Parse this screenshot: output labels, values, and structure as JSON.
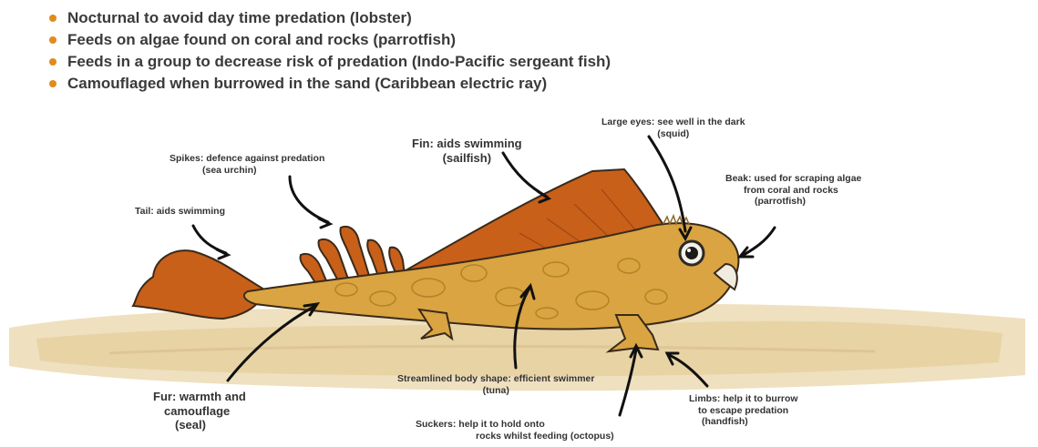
{
  "bullets": [
    "Nocturnal to avoid day time predation (lobster)",
    "Feeds on algae found on coral and rocks (parrotfish)",
    "Feeds in a group to decrease risk of predation (Indo-Pacific sergeant fish)",
    "Camouflaged when burrowed in the sand (Caribbean electric ray)"
  ],
  "labels": {
    "large_eyes": [
      "Large eyes: see well in the dark",
      "(squid)"
    ],
    "fin": [
      "Fin: aids swimming",
      "(sailfish)"
    ],
    "spikes": [
      "Spikes: defence against predation",
      "(sea urchin)"
    ],
    "beak": [
      "Beak: used for scraping algae",
      "from coral and rocks",
      "(parrotfish)"
    ],
    "tail": [
      "Tail: aids swimming"
    ],
    "body": [
      "Streamlined body shape: efficient swimmer",
      "(tuna)"
    ],
    "fur": [
      "Fur: warmth and",
      "camouflage",
      "(seal)"
    ],
    "suckers": [
      "Suckers: help it to hold onto",
      "rocks whilst feeding (octopus)"
    ],
    "limbs": [
      "Limbs: help it to burrow",
      "to escape predation",
      "(handfish)"
    ]
  },
  "colors": {
    "bullet": "#e08b1c",
    "fin": "#c8601a",
    "body": "#d9a441",
    "sand": "#ecdcb8"
  }
}
